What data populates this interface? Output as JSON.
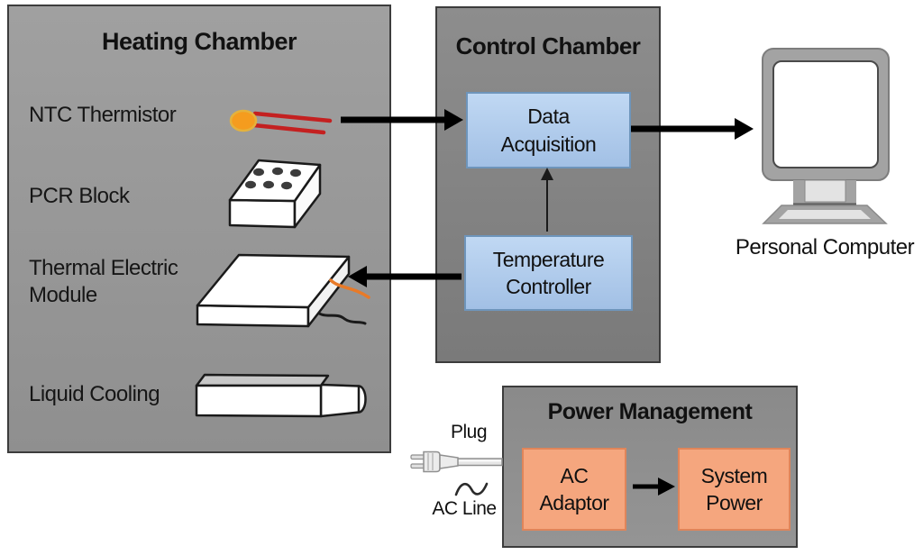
{
  "canvas": {
    "background": "#ffffff"
  },
  "heating_chamber": {
    "title": "Heating Chamber",
    "items": [
      {
        "label": "NTC Thermistor",
        "icon": "thermistor-icon"
      },
      {
        "label": "PCR Block",
        "icon": "pcr-block-icon"
      },
      {
        "label": "Thermal Electric\nModule",
        "icon": "thermal-electric-module-icon"
      },
      {
        "label": "Liquid Cooling",
        "icon": "liquid-cooling-icon"
      }
    ]
  },
  "control_chamber": {
    "title": "Control Chamber",
    "boxes": [
      {
        "label": "Data\nAcquisition"
      },
      {
        "label": "Temperature\nController"
      }
    ]
  },
  "personal_computer": {
    "label": "Personal Computer",
    "icon": "monitor-icon"
  },
  "power_management": {
    "title": "Power Management",
    "boxes": [
      {
        "label": "AC\nAdaptor"
      },
      {
        "label": "System\nPower"
      }
    ],
    "plug_label": "Plug",
    "ac_line_label": "AC Line"
  },
  "connections": [
    {
      "from": "NTC Thermistor",
      "to": "Data Acquisition",
      "style": "thick-arrow"
    },
    {
      "from": "Data Acquisition",
      "to": "Personal Computer",
      "style": "thick-arrow"
    },
    {
      "from": "Temperature Controller",
      "to": "Data Acquisition",
      "style": "thin-arrow"
    },
    {
      "from": "Temperature Controller",
      "to": "Thermal Electric Module",
      "style": "thick-arrow"
    },
    {
      "from": "AC Adaptor",
      "to": "System Power",
      "style": "thick-arrow"
    },
    {
      "from": "Plug / AC Line",
      "to": "Power Management",
      "style": "power-cable"
    }
  ],
  "colors": {
    "heating_chamber_fill": "#989898",
    "control_chamber_fill": "#7e7e7e",
    "power_panel_fill": "#8e8e8e",
    "panel_border": "#3c3c3c",
    "blue_box_fill": "#aecbec",
    "blue_box_border": "#6e95bb",
    "orange_box_fill": "#f5a67e",
    "orange_box_border": "#e0855a",
    "arrow": "#000000",
    "thermistor_bead": "#f59c1e",
    "thermistor_lead": "#c42020",
    "wire_orange": "#e87a28",
    "wire_black": "#1a1a1a",
    "text": "#111111"
  }
}
